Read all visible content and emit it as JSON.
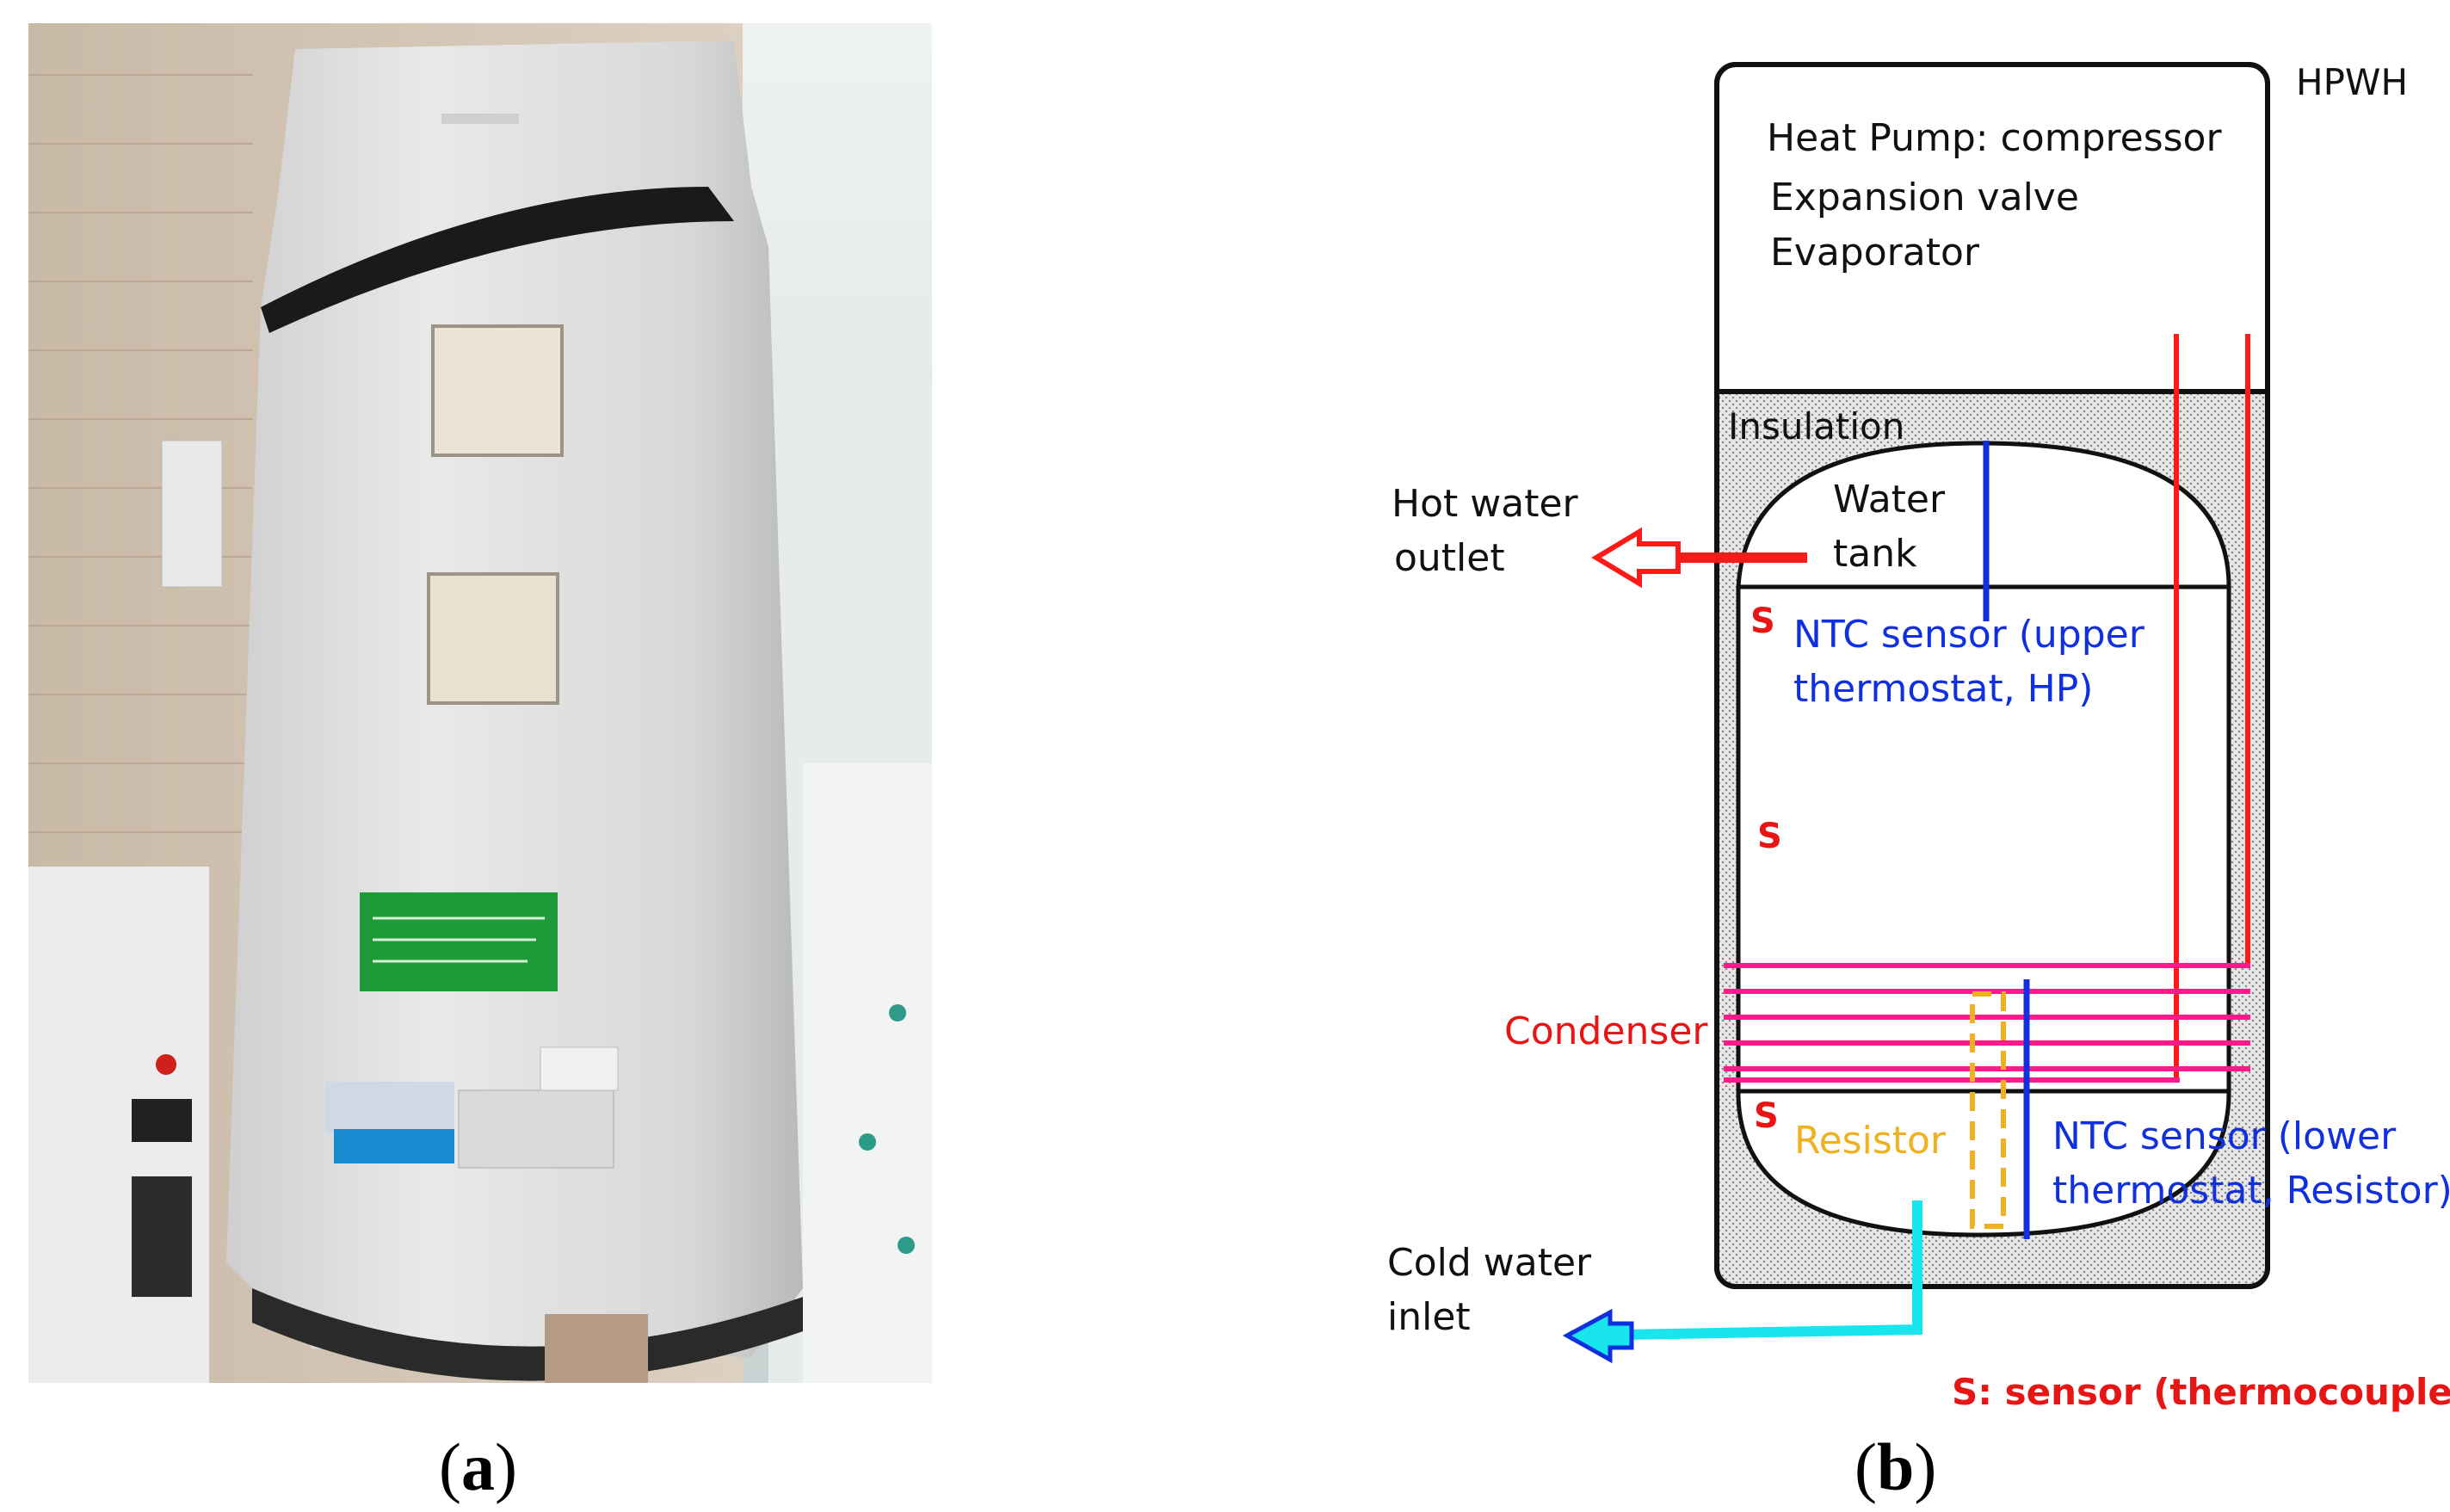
{
  "panel_a": {
    "caption_letter": "a"
  },
  "panel_b": {
    "caption_letter": "b",
    "hpwh_label": "HPWH",
    "heat_pump_lines": [
      "Heat Pump: compressor",
      "Expansion valve",
      "Evaporator"
    ],
    "insulation": "Insulation",
    "water_tank": [
      "Water",
      "tank"
    ],
    "hot_water_outlet": [
      "Hot water",
      "outlet"
    ],
    "cold_water_inlet": [
      "Cold water",
      "inlet"
    ],
    "ntc_upper": [
      "NTC sensor (upper",
      "thermostat, HP)"
    ],
    "ntc_lower": [
      "NTC sensor (lower",
      "thermostat, Resistor)"
    ],
    "condenser": "Condenser",
    "resistor": "Resistor",
    "sensor_mark": "S",
    "sensor_legend": "S: sensor (thermocouple)"
  },
  "colors": {
    "outline": "#111111",
    "hot_pipe": "#ff1a1a",
    "cold_pipe": "#19e5ef",
    "ntc": "#1030e0",
    "condenser": "#ff1a8c",
    "resistor": "#f0b020",
    "sensor_text": "#e81515"
  }
}
